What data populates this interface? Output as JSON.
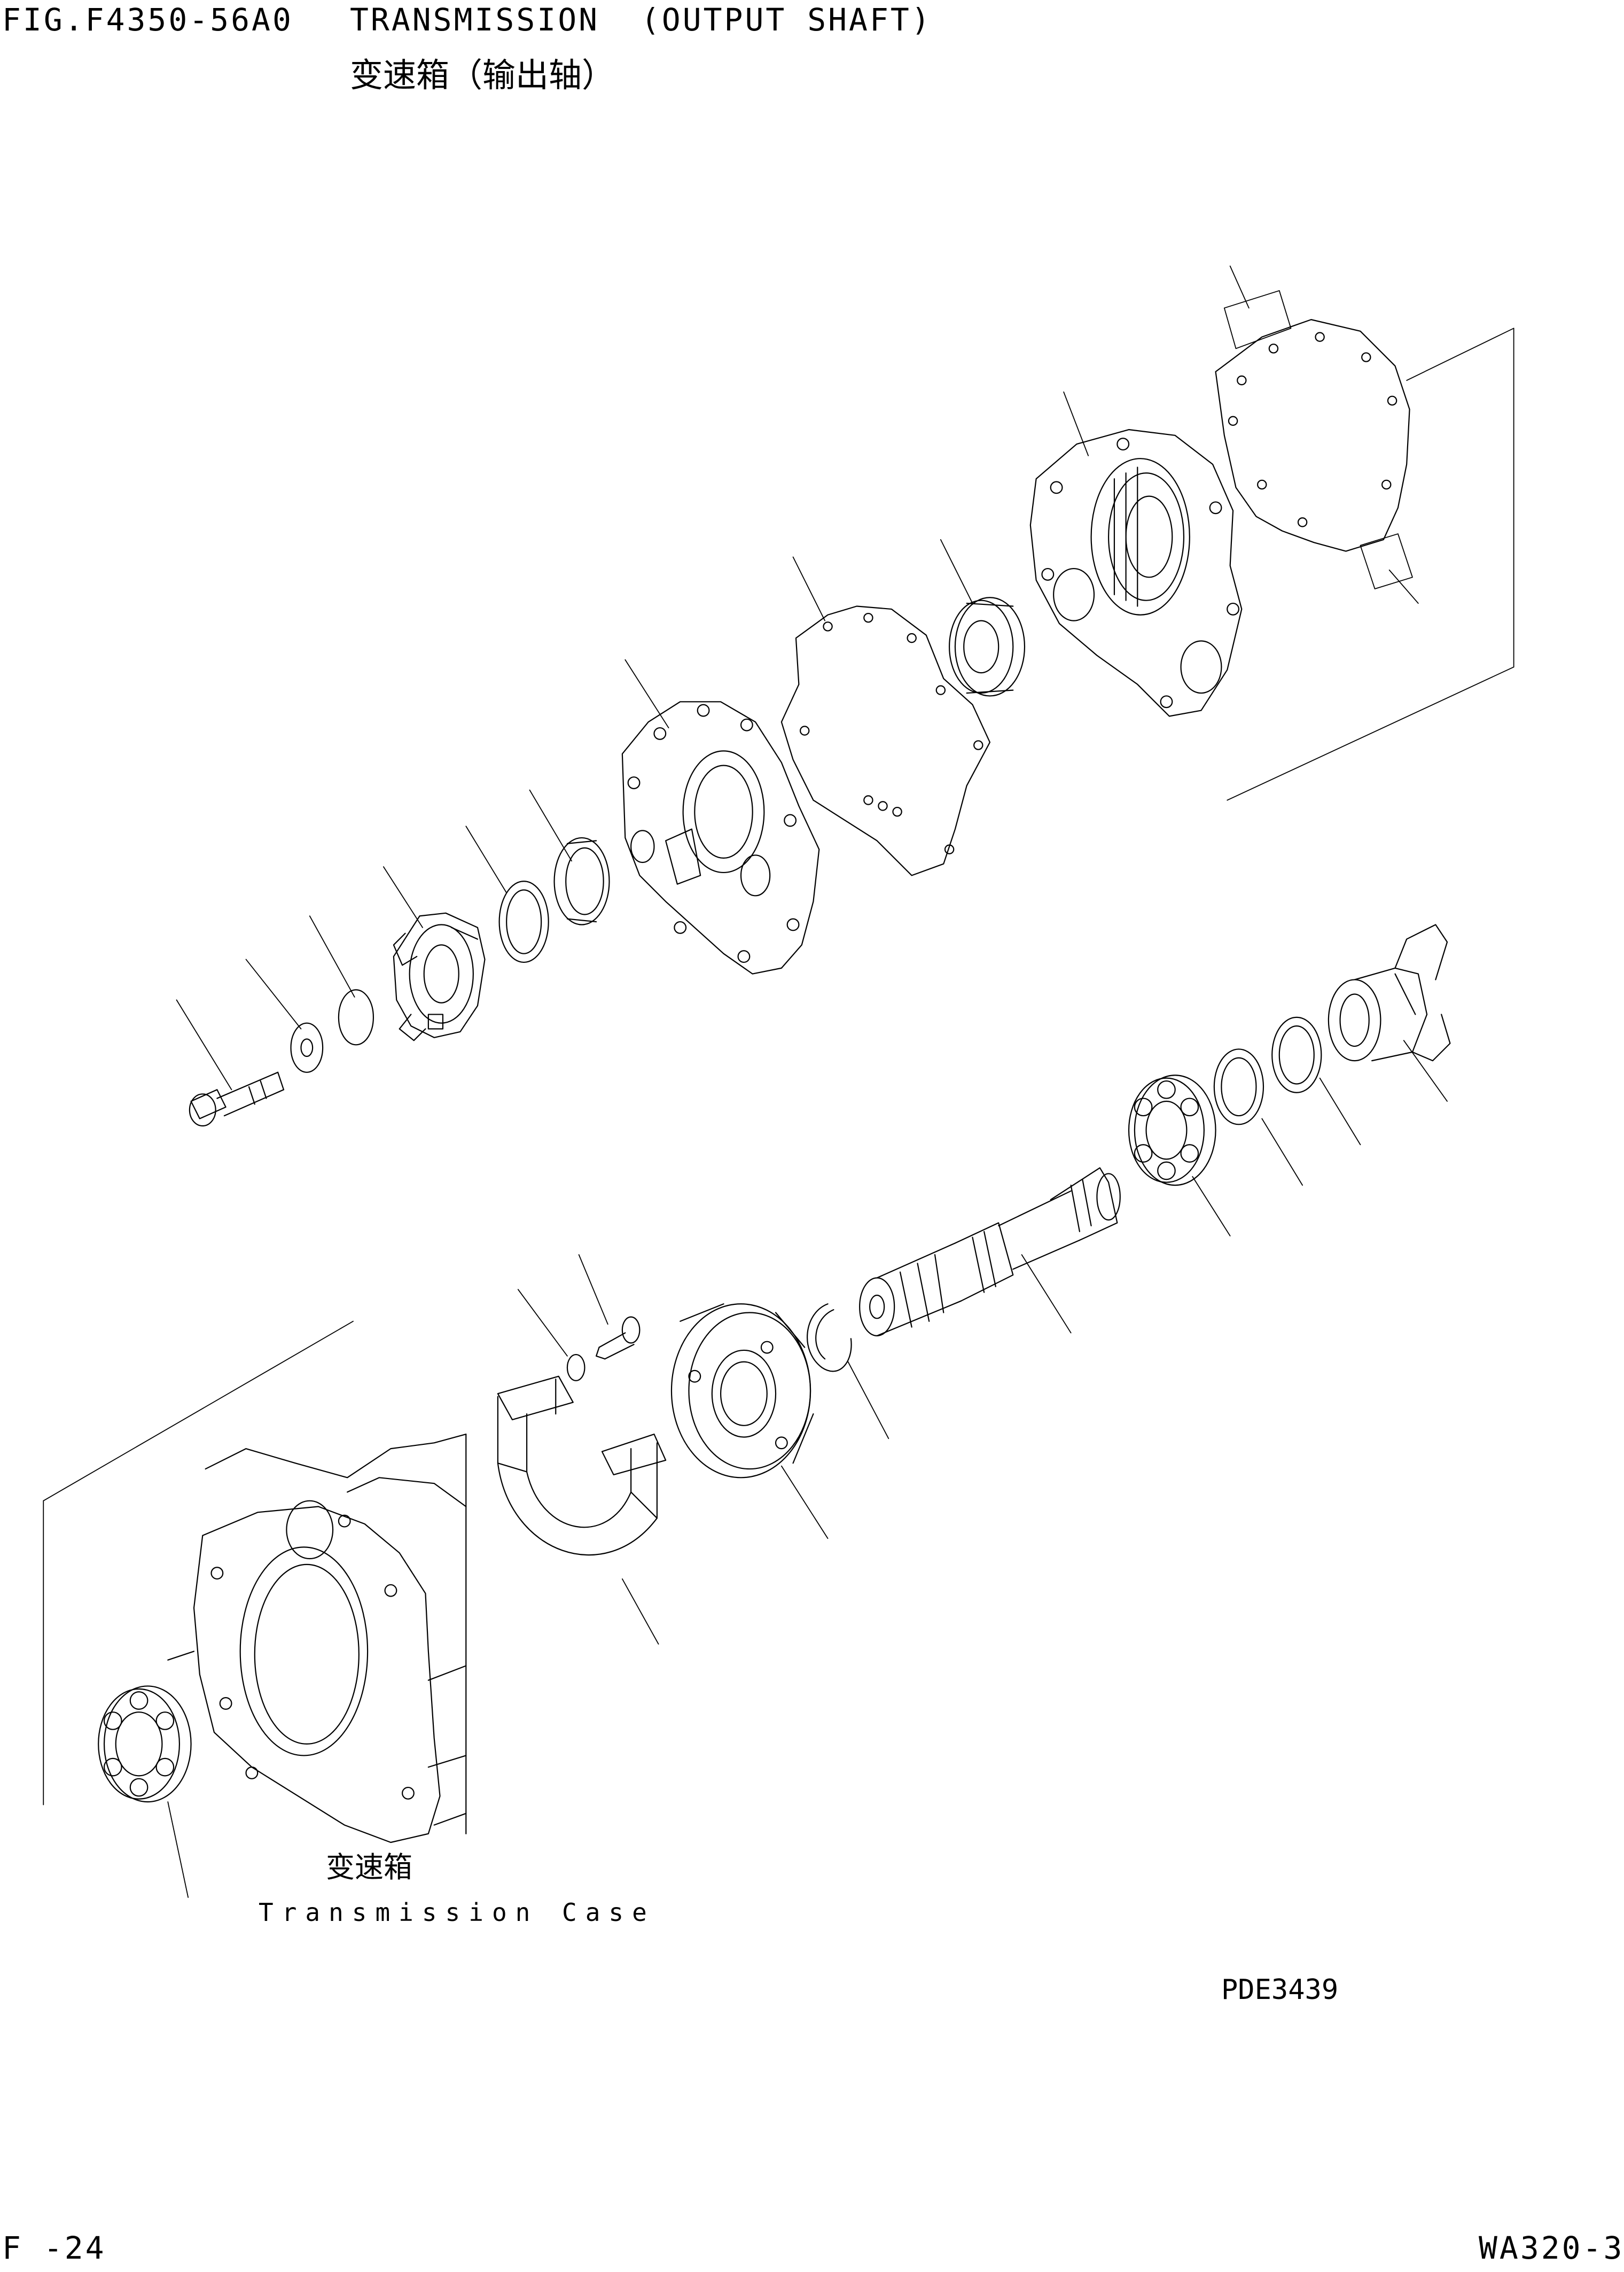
{
  "header": {
    "fig_code": "FIG.F4350-56A0",
    "title_en": "TRANSMISSION  (OUTPUT SHAFT)",
    "title_cn": "变速箱（输出轴）"
  },
  "diagram": {
    "case_label_cn": "变速箱",
    "case_label_en": "Transmission Case",
    "drawing_code": "PDE3439"
  },
  "footer": {
    "page_number": "F -24",
    "model": "WA320-3"
  },
  "colors": {
    "ink": "#000000",
    "paper": "#ffffff"
  }
}
